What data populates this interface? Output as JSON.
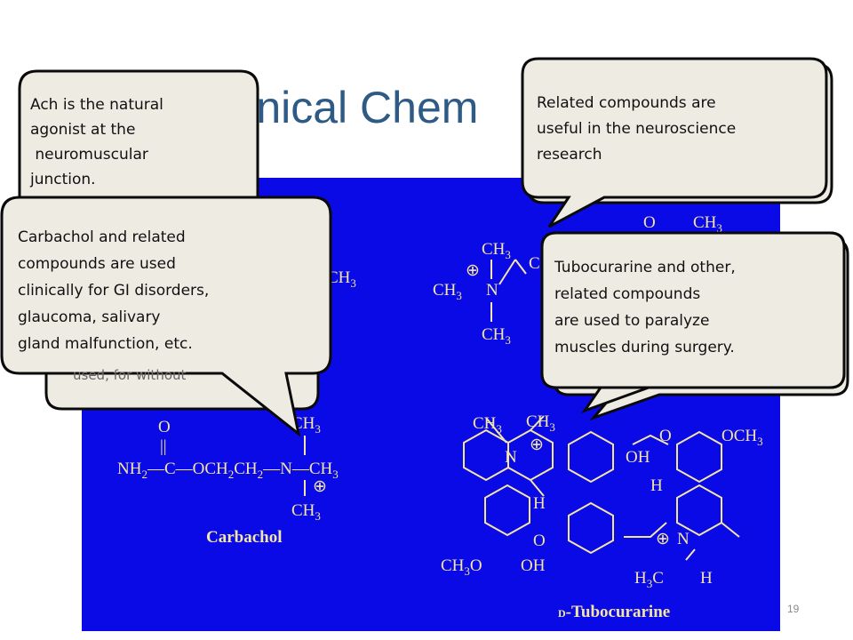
{
  "slide": {
    "title": "Clinical Chem",
    "number": "19"
  },
  "molecules": {
    "carbachol": {
      "name": "Carbachol",
      "atom_o": "O",
      "atom_ch3_top": "CH",
      "atom_ch3_right": "CH",
      "atom_ch3_bottom": "CH",
      "sub3": "3",
      "formula_left": "NH",
      "formula_sub2": "2",
      "formula_mid": "—C—OCH",
      "formula_mid2": "CH",
      "formula_n": "—N—CH",
      "double_bond": "||",
      "plus": "⊕"
    },
    "tubocurarine": {
      "name": "D-Tubocurarine",
      "name_prefix": "D",
      "name_rest": "-Tubocurarine",
      "labels": [
        "CH",
        "CH",
        "N",
        "OH",
        "O",
        "OCH",
        "H",
        "H",
        "N",
        "CH",
        "O",
        "OH",
        "H",
        "H"
      ],
      "plus": "⊕"
    },
    "ach_fragment": {
      "ch3_a": "CH",
      "ch3_b": "CH",
      "ch3_c": "CH",
      "n": "N",
      "o": "O",
      "ch3_top": "CH",
      "c": "C",
      "plus": "⊕"
    },
    "left_fragment": {
      "ch3": "CH"
    }
  },
  "callouts": {
    "ach": "Ach is the natural agonist at the  neuromuscular junction.",
    "ach_lines": [
      "Ach is the natural",
      "agonist at the",
      " neuromuscular",
      "junction."
    ],
    "hidden_fragment": "used, for without",
    "carbachol_lines": [
      "Carbachol and related",
      "compounds are used",
      "clinically for GI disorders,",
      "glaucoma, salivary",
      "gland malfunction, etc."
    ],
    "research_lines": [
      "Related compounds are",
      "useful in the neuroscience",
      "research"
    ],
    "tubocurarine_lines": [
      "Tubocurarine and other,",
      "related compounds",
      "are used to paralyze",
      "muscles during surgery."
    ]
  },
  "colors": {
    "title": "#2e5a86",
    "panel": "#0a0ae6",
    "chem_text": "#f3e5a6",
    "callout_fill": "#eeebe3",
    "callout_stroke": "#0a0a0a"
  }
}
